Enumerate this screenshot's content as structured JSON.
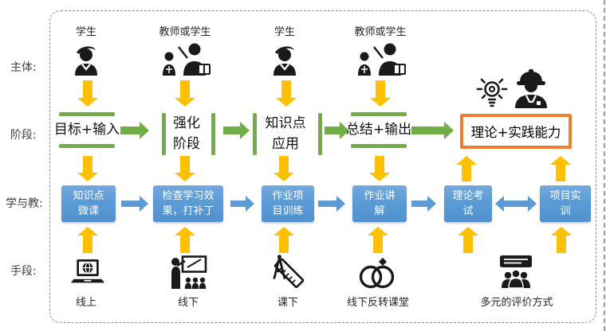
{
  "colors": {
    "arrow_yellow": "#FFC000",
    "arrow_green": "#70AD47",
    "box_blue": "#5B9BD5",
    "outcome_orange": "#ED7D31"
  },
  "row_labels": {
    "subject": "主体:",
    "stage": "阶段:",
    "teach": "学与教:",
    "means": "手段:"
  },
  "subjects": [
    {
      "label": "学生",
      "icon": "student-icon"
    },
    {
      "label": "教师或学生",
      "icon": "teacher-and-student-icon"
    },
    {
      "label": "学生",
      "icon": "student-icon"
    },
    {
      "label": "教师或学生",
      "icon": "teacher-and-student-icon"
    }
  ],
  "stages": [
    {
      "label": "目标+输入"
    },
    {
      "label": "强化\n阶段"
    },
    {
      "label": "知识点\n应用"
    },
    {
      "label": "总结+输出"
    }
  ],
  "outcome": {
    "label": "理论+实践能力",
    "icons": [
      "lightbulb-icon",
      "engineer-icon"
    ]
  },
  "teaching": [
    {
      "label": "知识点\n微课"
    },
    {
      "label": "检查学习效\n果，打补丁"
    },
    {
      "label": "作业项\n目训练"
    },
    {
      "label": "作业讲\n解"
    },
    {
      "label": "理论考\n试"
    },
    {
      "label": "项目实\n训"
    }
  ],
  "means": [
    {
      "label": "线上",
      "icon": "laptop-icon"
    },
    {
      "label": "线下",
      "icon": "presenter-icon"
    },
    {
      "label": "课下",
      "icon": "drafting-tools-icon"
    },
    {
      "label": "线下反转课堂",
      "icon": "rings-icon"
    },
    {
      "label": "多元的评价方式",
      "icon": "evaluation-icon"
    }
  ]
}
